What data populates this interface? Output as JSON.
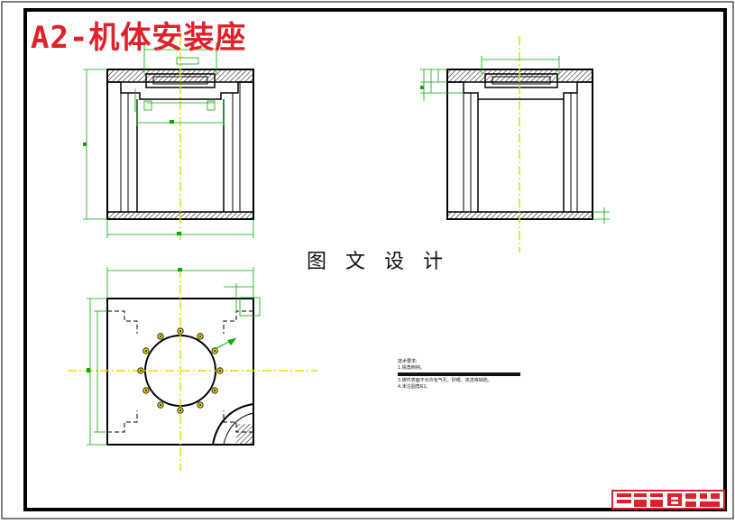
{
  "sheet_title": "A2-机体安装座",
  "watermark_text": "图 文 设 计",
  "tech_notes": {
    "heading": "技术要求:",
    "line1": "1.锐角倒钝。",
    "line3": "3.铸件表面不允许有气孔、砂眼、夹渣等缺陷。",
    "line4": "4.未注圆角R2。"
  },
  "colors": {
    "paper": "#ffffff",
    "outline": "#000000",
    "dimension": "#00aa00",
    "centerline": "#e0e000",
    "title": "#e0202a",
    "bolt_holes": "#e8d800"
  }
}
